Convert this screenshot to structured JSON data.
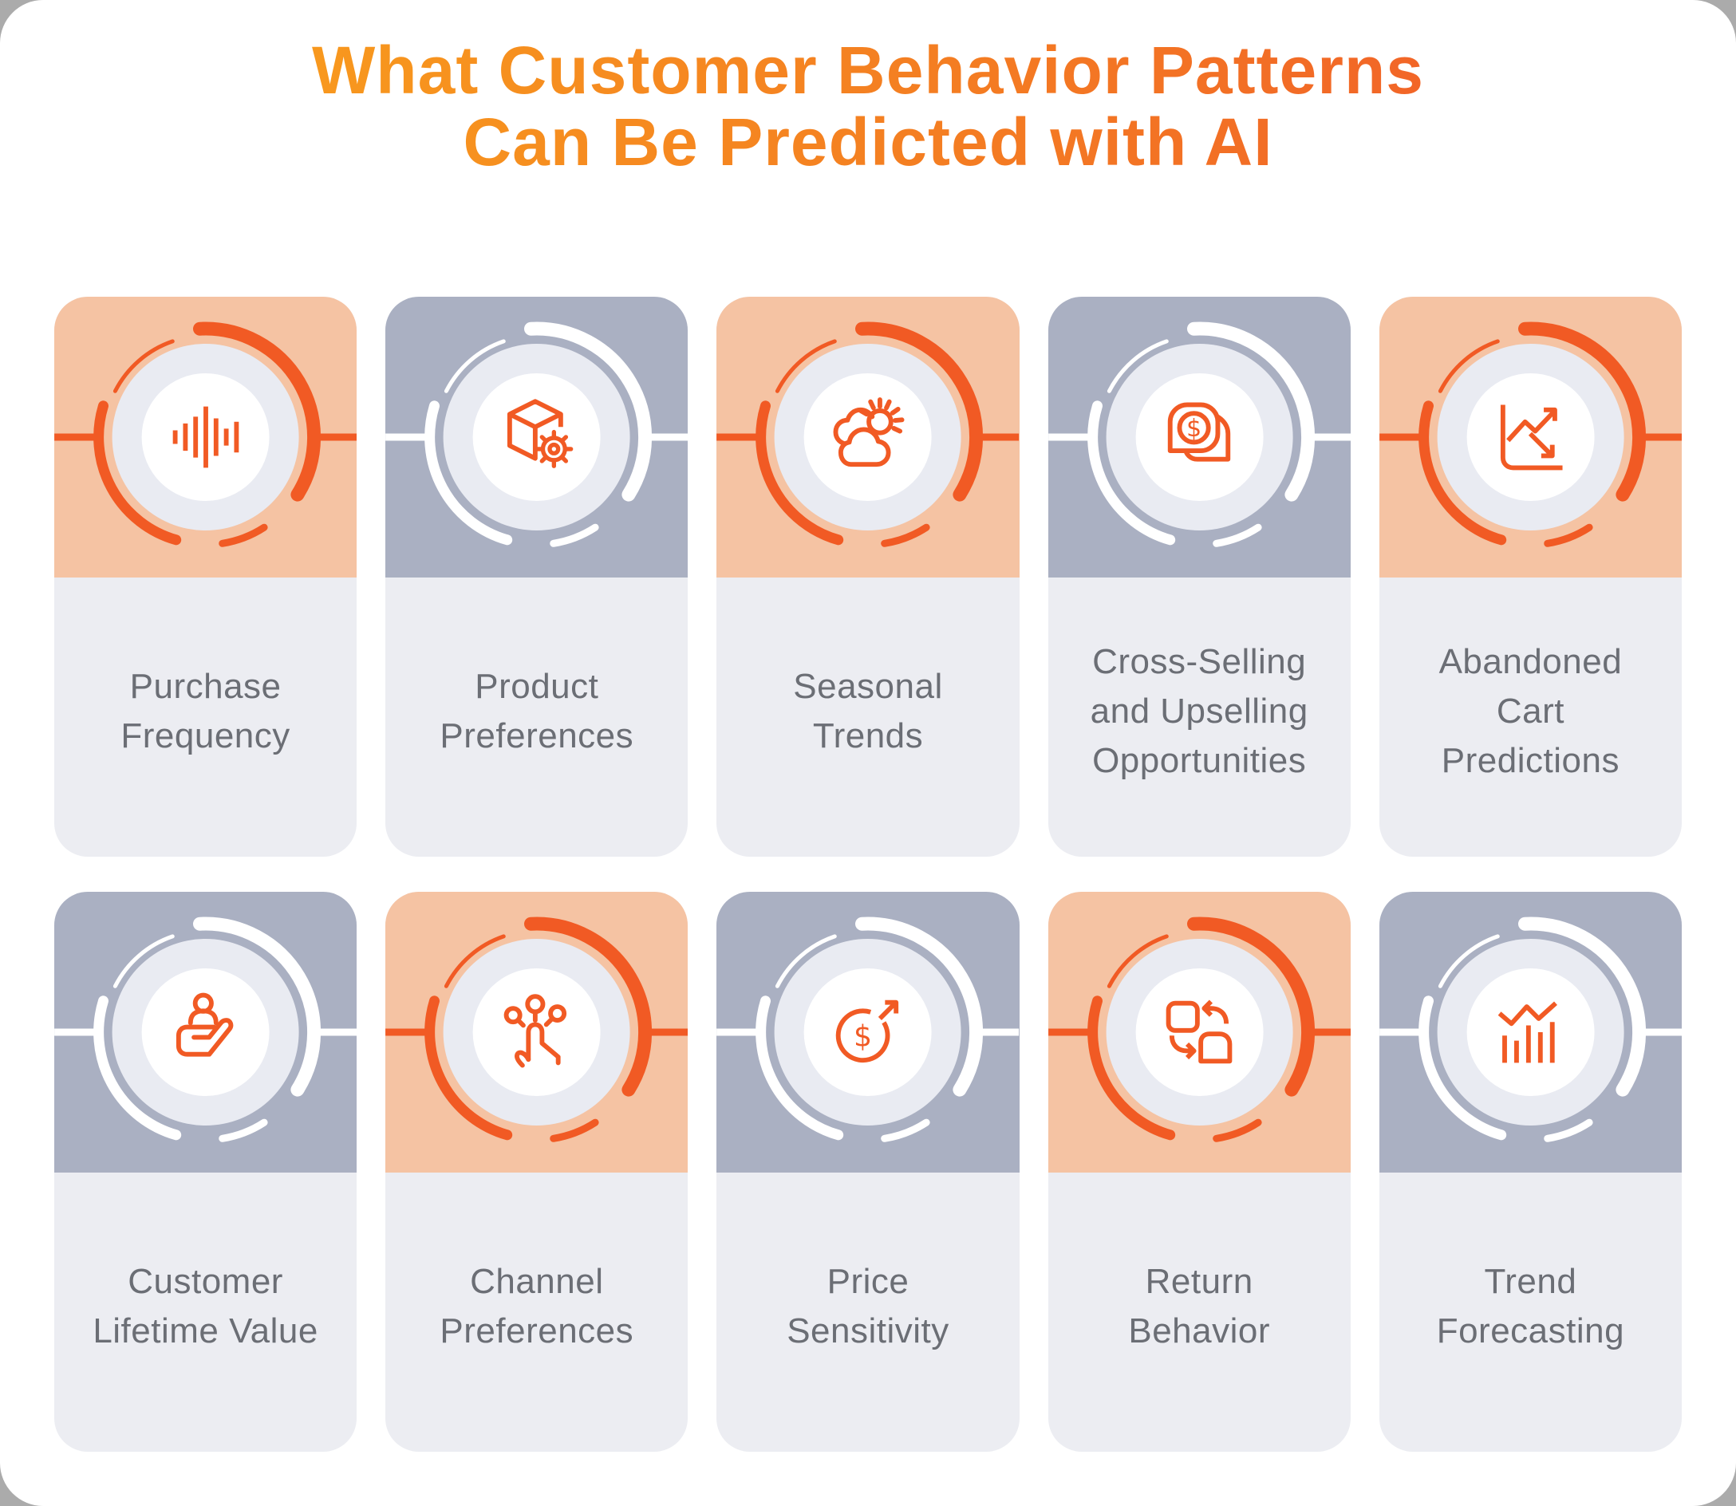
{
  "title": {
    "text": "What Customer Behavior Patterns\nCan Be Predicted with AI"
  },
  "colors": {
    "accent": "#F15A24",
    "peach_header": "#F5C3A3",
    "slate_header": "#AAB0C2",
    "card_body": "#ECEDF2",
    "circle_ring": "#E9EBF2",
    "circle_inner": "#FFFFFF",
    "label_text": "#6B6E75",
    "title_gradient_start": "#F9A21C",
    "title_gradient_end": "#F0562B"
  },
  "cards": [
    {
      "label": "Purchase\nFrequency",
      "icon": "waveform-icon",
      "theme": "orange"
    },
    {
      "label": "Product\nPreferences",
      "icon": "cube-gear-icon",
      "theme": "gray"
    },
    {
      "label": "Seasonal\nTrends",
      "icon": "sun-clouds-icon",
      "theme": "orange"
    },
    {
      "label": "Cross-Selling\nand Upselling\nOpportunities",
      "icon": "dollar-chat-icon",
      "theme": "gray"
    },
    {
      "label": "Abandoned\nCart\nPredictions",
      "icon": "chart-arrows-icon",
      "theme": "orange"
    },
    {
      "label": "Customer\nLifetime Value",
      "icon": "person-hand-icon",
      "theme": "gray"
    },
    {
      "label": "Channel\nPreferences",
      "icon": "touch-nodes-icon",
      "theme": "orange"
    },
    {
      "label": "Price\nSensitivity",
      "icon": "dollar-arrow-icon",
      "theme": "gray"
    },
    {
      "label": "Return\nBehavior",
      "icon": "swap-boxes-icon",
      "theme": "orange"
    },
    {
      "label": "Trend\nForecasting",
      "icon": "bars-trend-icon",
      "theme": "gray"
    }
  ]
}
